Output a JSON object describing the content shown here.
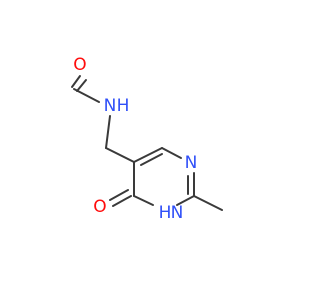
{
  "molecule": {
    "atoms": {
      "formyl_oxygen": "O",
      "amide_nitrogen": "N",
      "amide_hydrogen": "H",
      "ring_nitrogen_top": "N",
      "ring_nitrogen_bottom": "N",
      "ring_nitrogen_bottom_hydrogen": "H",
      "keto_oxygen": "O"
    },
    "colors": {
      "bond": "#3a3a3a",
      "oxygen": "#ff0d0d",
      "nitrogen": "#3050f8"
    }
  }
}
